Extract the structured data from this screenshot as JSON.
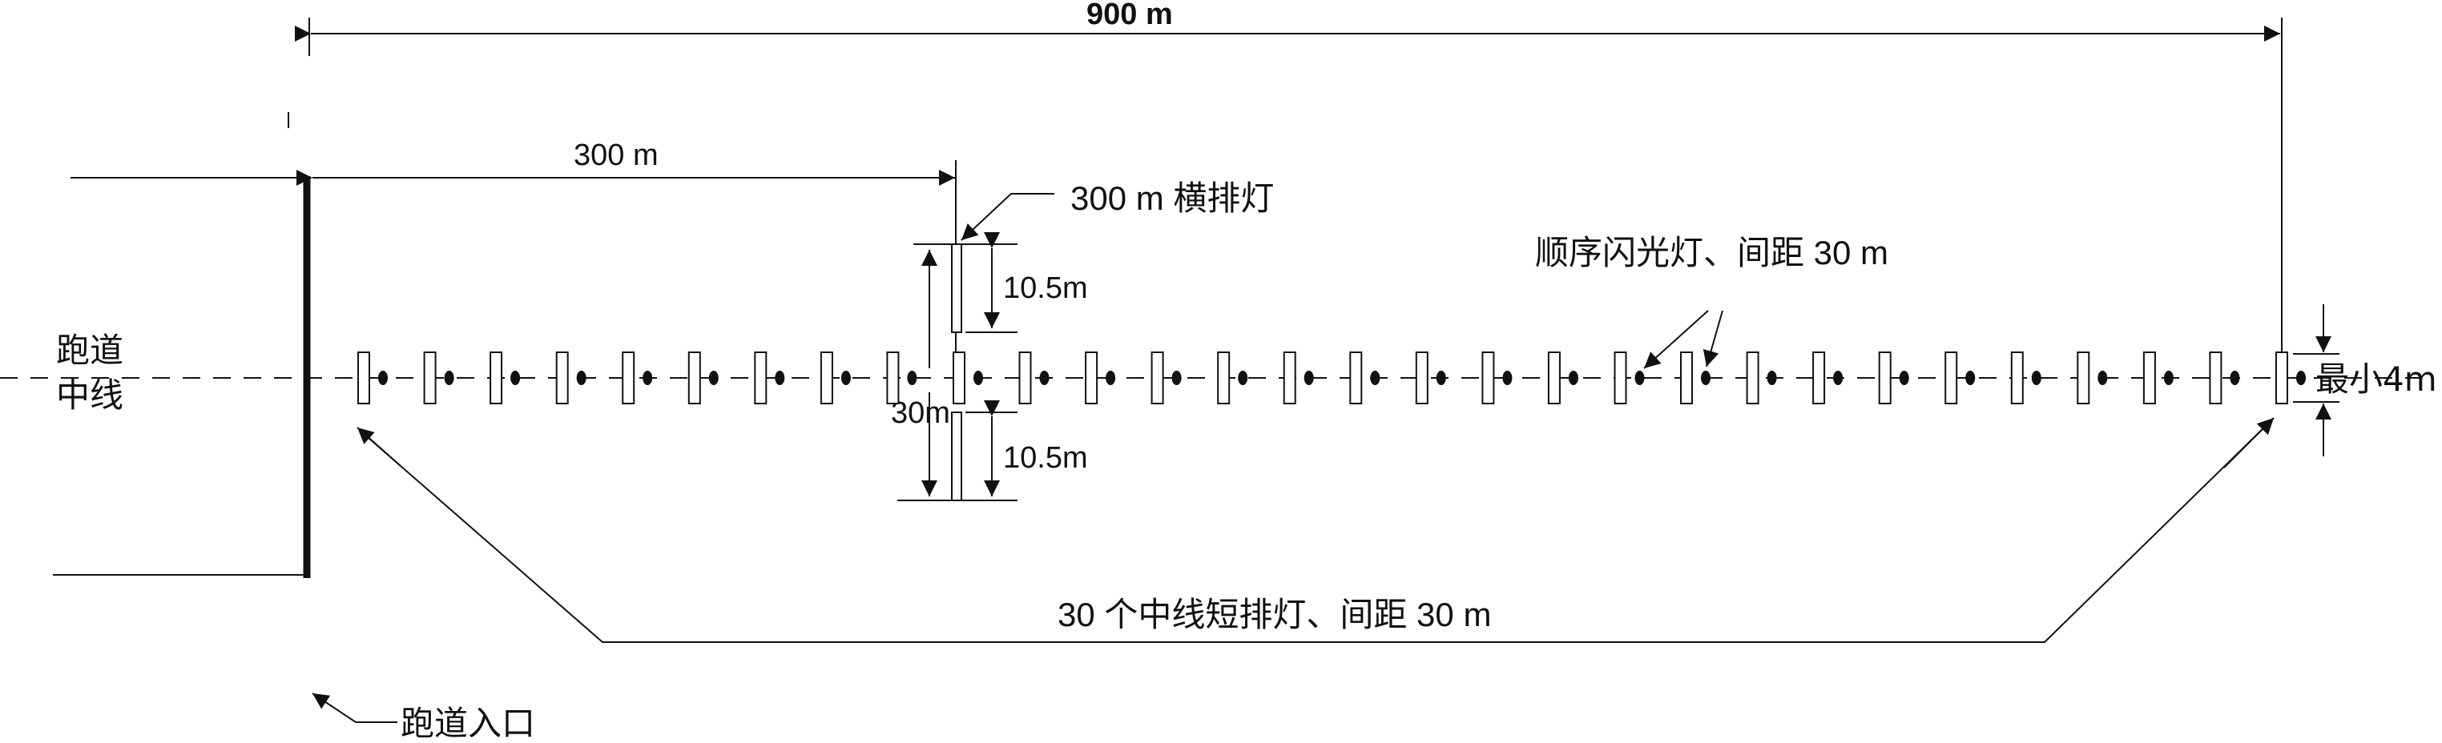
{
  "diagram": {
    "colors": {
      "ink": "#111111",
      "background": "#ffffff"
    },
    "labels": {
      "total_length": "900 m",
      "crossbar_distance": "300 m",
      "crossbar_name": "300 m 横排灯",
      "sequenced_flash": "顺序闪光灯、间距 30 m",
      "crossbar_upper_arm": "10.5m",
      "crossbar_lower_arm": "10.5m",
      "crossbar_gap": "30m",
      "min_width": "最小4m",
      "centerline_barrettes": "30 个中线短排灯、间距 30 m",
      "runway_centerline_line1": "跑道",
      "runway_centerline_line2": "中线",
      "threshold": "跑道入口"
    },
    "series": {
      "barrette_count": 30,
      "barrette_spacing_m": 30,
      "flasher_spacing_m": 30,
      "crossbar_at_m": 300,
      "total_length_m": 900
    }
  }
}
